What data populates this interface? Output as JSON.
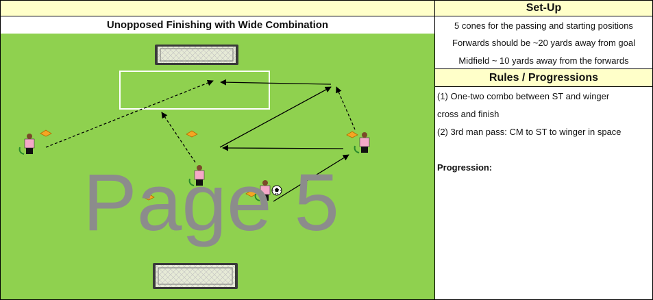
{
  "left_title": "Unopposed Finishing with Wide Combination",
  "setup": {
    "header": "Set-Up",
    "lines": [
      "5 cones for the passing and starting positions",
      "Forwards should be ~20 yards away from goal",
      "Midfield ~ 10 yards away from the forwards"
    ]
  },
  "rules": {
    "header": "Rules / Progressions",
    "lines": [
      "(1) One-two combo between ST and winger",
      "cross and finish",
      "(2) 3rd man pass: CM to ST to winger in space"
    ],
    "progression_label": "Progression:"
  },
  "watermark": "Page 5",
  "colors": {
    "pitch": "#8fd14f",
    "header_yellow": "#ffffc9",
    "cone": "#f5a623",
    "player_shirt": "#f4a9c8",
    "watermark": "#8c8c8c"
  }
}
